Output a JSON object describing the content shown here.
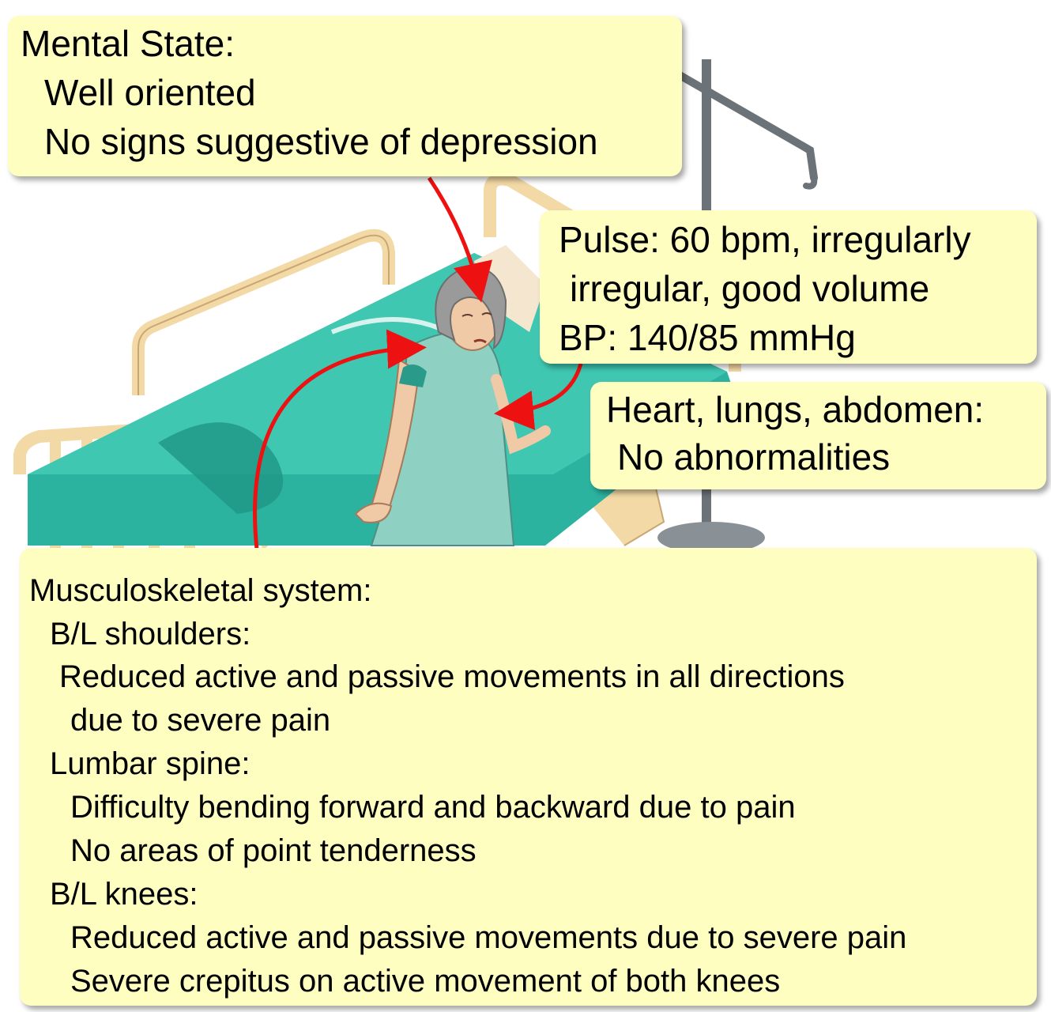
{
  "mental_state": {
    "heading": "Mental State:",
    "items": [
      "Well oriented",
      "No signs suggestive of depression"
    ]
  },
  "vitals": {
    "pulse_line1": "Pulse: 60 bpm, irregularly",
    "pulse_line2": "irregular, good volume",
    "bp": "BP: 140/85 mmHg"
  },
  "systems": {
    "heading": "Heart, lungs, abdomen:",
    "finding": "No abnormalities"
  },
  "musculoskeletal": {
    "heading": "Musculoskeletal system:",
    "shoulders": {
      "label": "B/L shoulders:",
      "line1": "Reduced active and passive movements in all directions",
      "line2": "due to severe pain"
    },
    "lumbar": {
      "label": "Lumbar spine:",
      "line1": "Difficulty bending forward and backward due to pain",
      "line2": "No areas of point tenderness"
    },
    "knees": {
      "label": "B/L knees:",
      "line1": "Reduced active and passive movements due to severe pain",
      "line2": "Severe crepitus on active movement of both knees"
    }
  },
  "colors": {
    "callout_fill": "#fefec0",
    "arrow": "#ee1111",
    "bed_frame": "#f3d9a6",
    "mattress": "#2bb3a0",
    "gown": "#8ed0c2",
    "hair": "#9a9a9a",
    "iv_pole": "#6b7278"
  }
}
